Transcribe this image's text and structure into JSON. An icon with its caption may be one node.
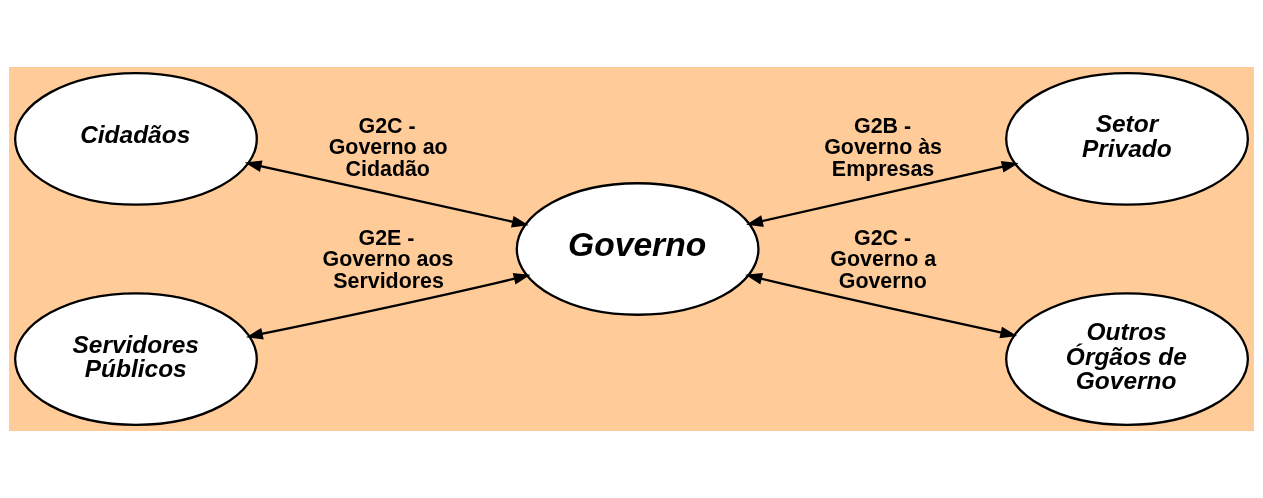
{
  "diagram": {
    "nodes": [
      {
        "text": [
          "Cidadãos"
        ]
      },
      {
        "text": [
          "Setor Privado"
        ]
      },
      {
        "text": [
          "Governo"
        ]
      },
      {
        "text": [
          "Servidores Públicos"
        ]
      },
      {
        "text": [
          "Outros Órgãos de Governo"
        ]
      }
    ],
    "edges": [
      {
        "from": 0,
        "to": 2,
        "arrow": "both",
        "label": "G2C - Governo ao Cidadão"
      },
      {
        "from": 2,
        "to": 1,
        "arrow": "both",
        "label": "G2B - Governo às Empresas"
      },
      {
        "from": 3,
        "to": 2,
        "arrow": "both",
        "label": "G2E - Governo aos Servidores"
      },
      {
        "from": 2,
        "to": 4,
        "arrow": "both",
        "label": "G2C - Governo a Governo"
      }
    ]
  }
}
